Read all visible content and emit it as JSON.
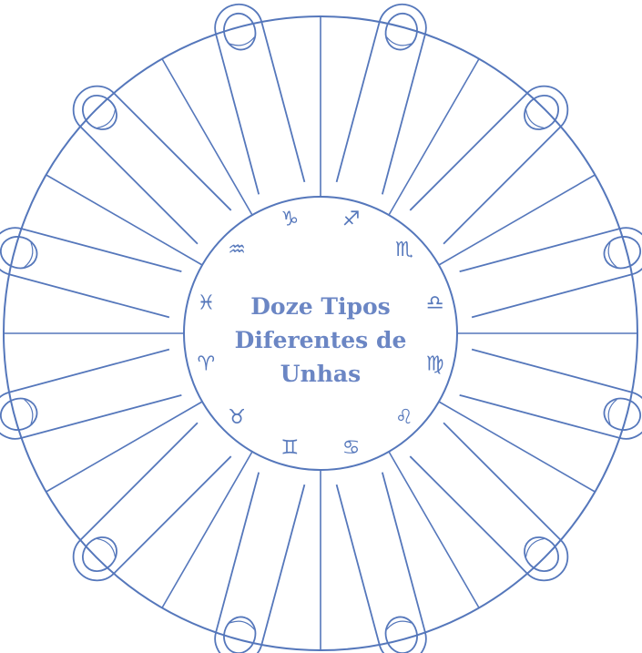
{
  "title": {
    "line1": "Doze Tipos",
    "line2": "Diferentes de",
    "line3": "Unhas"
  },
  "zodiac_signs": [
    "♑",
    "♐",
    "♏",
    "♎",
    "♍",
    "♌",
    "♋",
    "♊",
    "♉",
    "♈",
    "♓",
    "♒"
  ],
  "colors": {
    "stroke": "#5577bb",
    "title": "#6b86c4",
    "background": "#ffffff"
  }
}
